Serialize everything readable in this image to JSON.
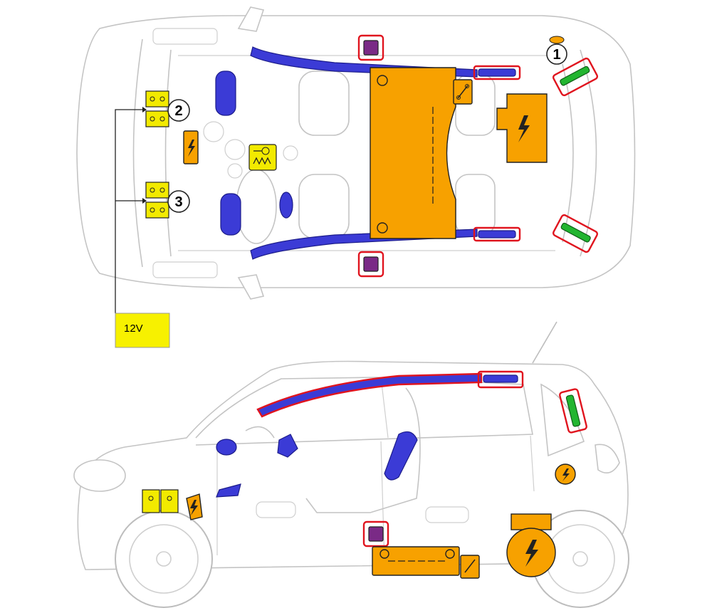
{
  "callouts": {
    "c1": "1",
    "c2": "2",
    "c3": "3"
  },
  "battery_box": {
    "label": "12V"
  },
  "colors": {
    "high_voltage": "#f7a100",
    "airbag": "#3b3bd6",
    "belt_tensioner": "#7a2a86",
    "gas_strut": "#22b530",
    "battery_12v": "#f2ea00",
    "reinforcement_frame": "#e0141e"
  },
  "icons": [
    "lightning-icon",
    "spring-icon",
    "gas-inflator-icon"
  ]
}
